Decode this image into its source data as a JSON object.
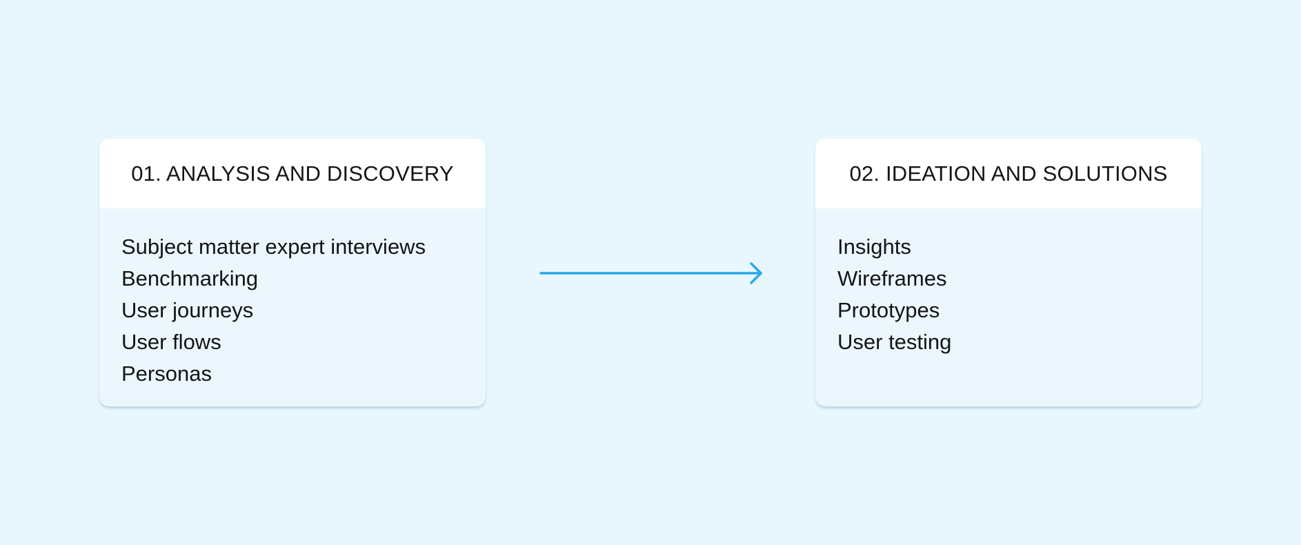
{
  "colors": {
    "background": "#e8f6fd",
    "card_header": "#ffffff",
    "card_body": "#ebf7fd",
    "arrow": "#2aa8e8",
    "text": "#141414"
  },
  "stages": [
    {
      "title": "01. ANALYSIS AND DISCOVERY",
      "items": [
        "Subject matter expert interviews",
        "Benchmarking",
        "User journeys",
        "User flows",
        "Personas"
      ]
    },
    {
      "title": "02. IDEATION AND SOLUTIONS",
      "items": [
        "Insights",
        "Wireframes",
        "Prototypes",
        "User testing"
      ]
    }
  ]
}
